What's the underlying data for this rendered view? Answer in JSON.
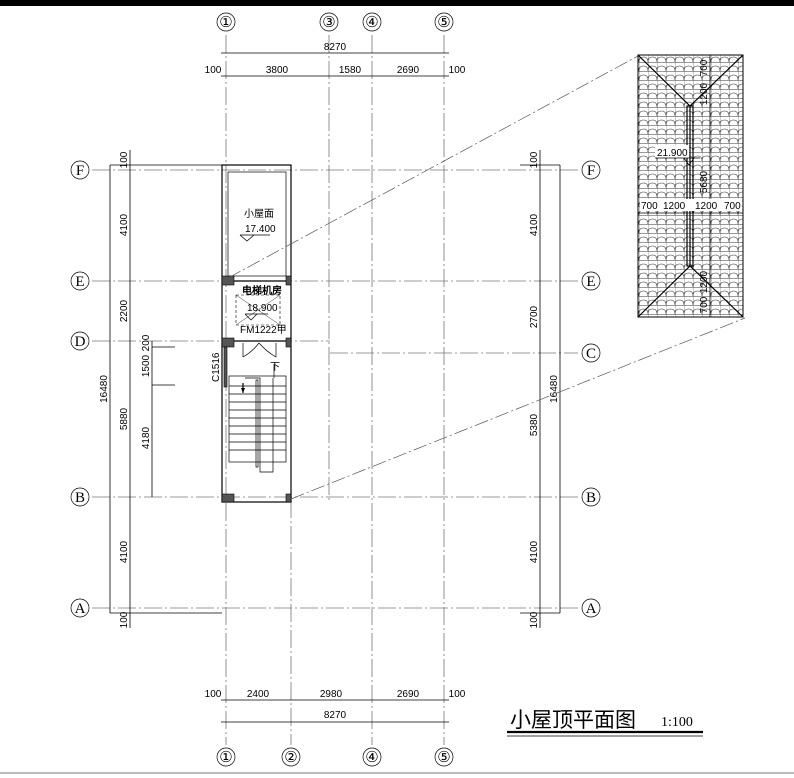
{
  "title": {
    "text": "小屋顶平面图",
    "scale": "1:100"
  },
  "axes": {
    "top": [
      "①",
      "③",
      "④",
      "⑤"
    ],
    "bottom": [
      "①",
      "②",
      "④",
      "⑤"
    ],
    "left": [
      "F",
      "E",
      "D",
      "B",
      "A"
    ],
    "right": [
      "F",
      "E",
      "C",
      "B",
      "A"
    ]
  },
  "dims": {
    "top_total": "8270",
    "top_chain": [
      "100",
      "3800",
      "1580",
      "2690",
      "100"
    ],
    "bottom_total": "8270",
    "bottom_chain": [
      "100",
      "2400",
      "2980",
      "2690",
      "100"
    ],
    "left_total": "16480",
    "left_chain": [
      "100",
      "4100",
      "2200",
      "5880",
      "4100",
      "100"
    ],
    "left_inner": [
      "200",
      "1500",
      "4180"
    ],
    "right_total": "16480",
    "right_chain": [
      "100",
      "4100",
      "2700",
      "5380",
      "4100",
      "100"
    ]
  },
  "labels": {
    "room_top": "小屋面",
    "elev_top": "17.400",
    "room_machine": "电梯机房",
    "elev_machine": "18.900",
    "door": "FM1222甲",
    "window": "C1516",
    "stair_down": "下"
  },
  "roof_detail": {
    "ridge_elev": "21.900",
    "horiz": [
      "700",
      "1200",
      "1200",
      "700"
    ],
    "vert": [
      "700",
      "1200",
      "5680",
      "1200",
      "700"
    ]
  }
}
